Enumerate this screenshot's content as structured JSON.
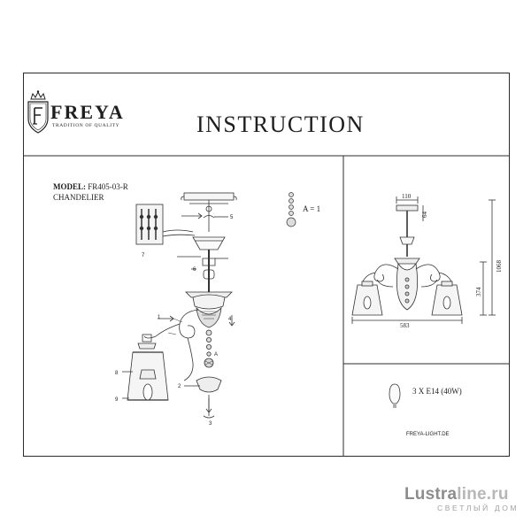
{
  "brand": {
    "name": "FREYA",
    "tagline": "TRADITION OF QUALITY"
  },
  "document": {
    "title": "INSTRUCTION",
    "model_label": "MODEL:",
    "model_value": "FR405-03-R",
    "product_type": "CHANDELIER"
  },
  "callouts": {
    "a_equals_one": "A = 1",
    "part_a": "A",
    "numbers": [
      "1",
      "2",
      "3",
      "4",
      "5",
      "6",
      "7",
      "8",
      "9"
    ]
  },
  "dimensions": {
    "fixture_top_width": "110",
    "fixture_top_height": "64",
    "width": "583",
    "body_height": "374",
    "total_height": "1068"
  },
  "lamp": {
    "spec": "3 X E14 (40W)",
    "website": "FREYA-LIGHT.DE"
  },
  "watermark": {
    "part1": "Lustra",
    "part2": "line.ru",
    "subtitle": "СВЕТЛЫЙ ДОМ"
  }
}
